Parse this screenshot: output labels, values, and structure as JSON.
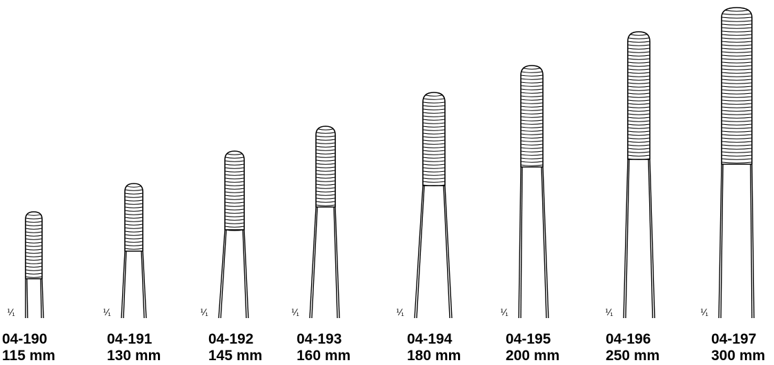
{
  "scale_label": "⅟₁",
  "instruments": [
    {
      "code": "04-190",
      "length": "115 mm"
    },
    {
      "code": "04-191",
      "length": "130 mm"
    },
    {
      "code": "04-192",
      "length": "145 mm"
    },
    {
      "code": "04-193",
      "length": "160 mm"
    },
    {
      "code": "04-194",
      "length": "180 mm"
    },
    {
      "code": "04-195",
      "length": "200 mm"
    },
    {
      "code": "04-196",
      "length": "250 mm"
    },
    {
      "code": "04-197",
      "length": "300 mm"
    }
  ]
}
